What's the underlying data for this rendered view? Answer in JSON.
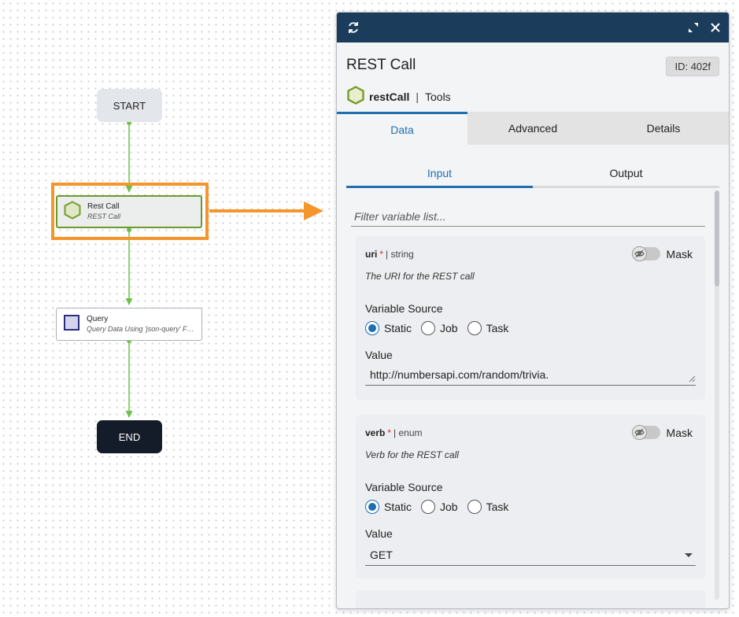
{
  "workflow": {
    "start_label": "START",
    "end_label": "END",
    "nodes": [
      {
        "title": "Rest Call",
        "subtitle": "REST Call"
      },
      {
        "title": "Query",
        "subtitle": "Query Data Using 'json-query' For..."
      }
    ]
  },
  "panel": {
    "title": "REST Call",
    "id_badge": "ID: 402f",
    "type_name": "restCall",
    "type_separator": "|",
    "type_category": "Tools",
    "tabs": [
      {
        "label": "Data",
        "active": true
      },
      {
        "label": "Advanced",
        "active": false
      },
      {
        "label": "Details",
        "active": false
      }
    ],
    "subtabs": [
      {
        "label": "Input",
        "active": true
      },
      {
        "label": "Output",
        "active": false
      }
    ],
    "filter_placeholder": "Filter variable list...",
    "variables": [
      {
        "name": "uri",
        "required_mark": "*",
        "type": "| string",
        "description": "The URI for the REST call",
        "mask_label": "Mask",
        "source_label": "Variable Source",
        "sources": [
          "Static",
          "Job",
          "Task"
        ],
        "selected_source": "Static",
        "value_label": "Value",
        "value": "http://numbersapi.com/random/trivia."
      },
      {
        "name": "verb",
        "required_mark": "*",
        "type": "| enum",
        "description": "Verb for the REST call",
        "mask_label": "Mask",
        "source_label": "Variable Source",
        "sources": [
          "Static",
          "Job",
          "Task"
        ],
        "selected_source": "Static",
        "value_label": "Value",
        "value": "GET"
      }
    ]
  },
  "colors": {
    "panel_topbar": "#1b3c5a",
    "accent": "#1f6fb0",
    "connector": "#6cc04a",
    "highlight": "#f5962c",
    "task_icon_rest": "#7a9a2a",
    "task_icon_query": "#2b2d7a",
    "end_node": "#131c28"
  },
  "icons": {
    "refresh": "refresh-icon",
    "expand": "expand-icon",
    "close": "close-icon",
    "rest_type": "hexagon-icon",
    "query_type": "square-icon",
    "mask": "eye-off-icon"
  }
}
